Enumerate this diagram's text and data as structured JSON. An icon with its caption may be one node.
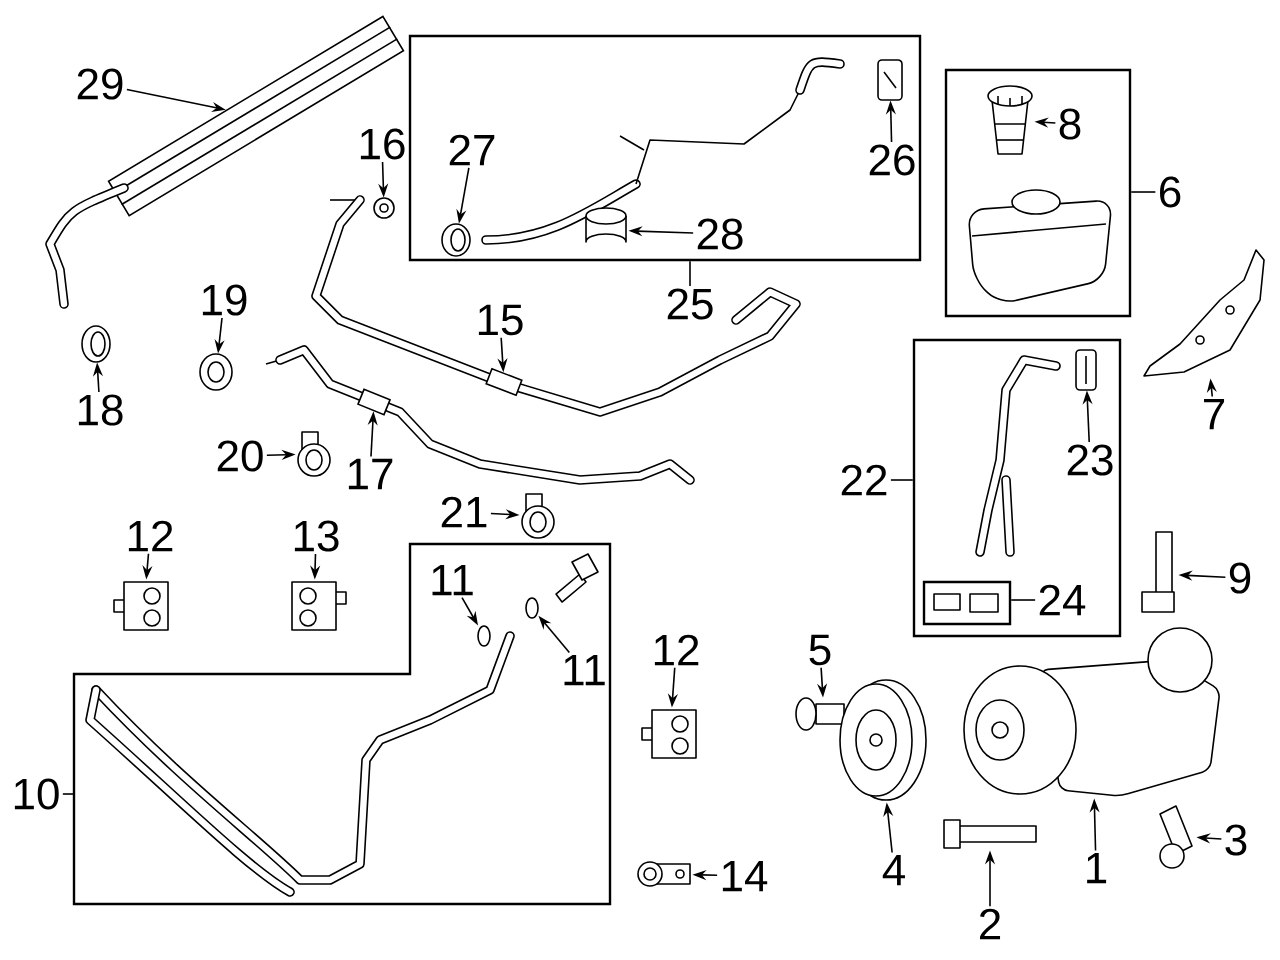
{
  "diagram": {
    "nodes": [
      {
        "text": [
          "29"
        ]
      },
      {
        "text": [],
        "shape": "picture"
      },
      {
        "text": [],
        "shape": "box"
      },
      {
        "text": [
          "27"
        ],
        "in": 2
      },
      {
        "text": [],
        "shape": "picture",
        "in": 2
      },
      {
        "text": [
          "26"
        ],
        "in": 2
      },
      {
        "text": [],
        "shape": "picture",
        "in": 2
      },
      {
        "text": [
          "28"
        ],
        "in": 2
      },
      {
        "text": [],
        "shape": "cylinder",
        "in": 2
      },
      {
        "text": [
          "25"
        ]
      },
      {
        "text": [
          "16"
        ]
      },
      {
        "text": [],
        "shape": "picture"
      },
      {
        "text": [],
        "shape": "box"
      },
      {
        "text": [
          "8"
        ],
        "in": 12
      },
      {
        "text": [],
        "shape": "picture",
        "in": 12
      },
      {
        "text": [
          "6"
        ]
      },
      {
        "text": [
          "7"
        ]
      },
      {
        "text": [],
        "shape": "picture"
      },
      {
        "text": [
          "19"
        ]
      },
      {
        "text": [],
        "shape": "picture"
      },
      {
        "text": [
          "18"
        ]
      },
      {
        "text": [],
        "shape": "picture"
      },
      {
        "text": [
          "15"
        ]
      },
      {
        "text": [],
        "shape": "picture"
      },
      {
        "text": [
          "17"
        ]
      },
      {
        "text": [],
        "shape": "picture"
      },
      {
        "text": [
          "20"
        ]
      },
      {
        "text": [],
        "shape": "picture"
      },
      {
        "text": [
          "21"
        ]
      },
      {
        "text": [],
        "shape": "picture"
      },
      {
        "text": [],
        "shape": "box"
      },
      {
        "text": [
          "23"
        ],
        "in": 30
      },
      {
        "text": [],
        "shape": "picture",
        "in": 30
      },
      {
        "text": [],
        "shape": "box",
        "in": 30
      },
      {
        "text": [
          "24"
        ],
        "in": 30
      },
      {
        "text": [
          "22"
        ]
      },
      {
        "text": [
          "12"
        ]
      },
      {
        "text": [],
        "shape": "picture"
      },
      {
        "text": [
          "13"
        ]
      },
      {
        "text": [],
        "shape": "picture"
      },
      {
        "text": [],
        "shape": "box"
      },
      {
        "text": [
          "11"
        ],
        "in": 40
      },
      {
        "text": [],
        "shape": "circle",
        "in": 40
      },
      {
        "text": [
          "11"
        ],
        "in": 40
      },
      {
        "text": [],
        "shape": "circle",
        "in": 40
      },
      {
        "text": [
          "10"
        ]
      },
      {
        "text": [
          "12"
        ]
      },
      {
        "text": [],
        "shape": "picture"
      },
      {
        "text": [
          "5"
        ]
      },
      {
        "text": [],
        "shape": "picture"
      },
      {
        "text": [
          "9"
        ]
      },
      {
        "text": [],
        "shape": "picture"
      },
      {
        "text": [],
        "shape": "picture"
      },
      {
        "text": [],
        "shape": "picture"
      },
      {
        "text": [
          "4"
        ]
      },
      {
        "text": [
          "2"
        ]
      },
      {
        "text": [],
        "shape": "picture"
      },
      {
        "text": [
          "1"
        ]
      },
      {
        "text": [
          "3"
        ]
      },
      {
        "text": [],
        "shape": "picture"
      },
      {
        "text": [
          "14"
        ]
      },
      {
        "text": [],
        "shape": "picture"
      }
    ],
    "edges": [
      {
        "from": 0,
        "to": 1,
        "arrow": "to"
      },
      {
        "from": 3,
        "to": 4,
        "arrow": "to"
      },
      {
        "from": 5,
        "to": 6,
        "arrow": "to"
      },
      {
        "from": 7,
        "to": 8,
        "arrow": "to"
      },
      {
        "from": 9,
        "to": 2,
        "arrow": "none"
      },
      {
        "from": 10,
        "to": 11,
        "arrow": "to"
      },
      {
        "from": 13,
        "to": 14,
        "arrow": "to"
      },
      {
        "from": 15,
        "to": 12,
        "arrow": "none"
      },
      {
        "from": 16,
        "to": 17,
        "arrow": "to"
      },
      {
        "from": 18,
        "to": 19,
        "arrow": "to"
      },
      {
        "from": 20,
        "to": 21,
        "arrow": "to"
      },
      {
        "from": 22,
        "to": 23,
        "arrow": "to"
      },
      {
        "from": 24,
        "to": 25,
        "arrow": "to"
      },
      {
        "from": 26,
        "to": 27,
        "arrow": "to"
      },
      {
        "from": 28,
        "to": 29,
        "arrow": "to"
      },
      {
        "from": 31,
        "to": 32,
        "arrow": "to"
      },
      {
        "from": 34,
        "to": 33,
        "arrow": "none"
      },
      {
        "from": 35,
        "to": 30,
        "arrow": "none"
      },
      {
        "from": 36,
        "to": 37,
        "arrow": "to"
      },
      {
        "from": 38,
        "to": 39,
        "arrow": "to"
      },
      {
        "from": 41,
        "to": 42,
        "arrow": "to"
      },
      {
        "from": 43,
        "to": 44,
        "arrow": "to"
      },
      {
        "from": 45,
        "to": 40,
        "arrow": "none"
      },
      {
        "from": 46,
        "to": 47,
        "arrow": "to"
      },
      {
        "from": 48,
        "to": 49,
        "arrow": "to"
      },
      {
        "from": 50,
        "to": 51,
        "arrow": "to"
      },
      {
        "from": 54,
        "to": 52,
        "arrow": "to"
      },
      {
        "from": 55,
        "to": 56,
        "arrow": "to"
      },
      {
        "from": 57,
        "to": 53,
        "arrow": "to"
      },
      {
        "from": 58,
        "to": 59,
        "arrow": "to"
      },
      {
        "from": 60,
        "to": 61,
        "arrow": "to"
      }
    ]
  }
}
